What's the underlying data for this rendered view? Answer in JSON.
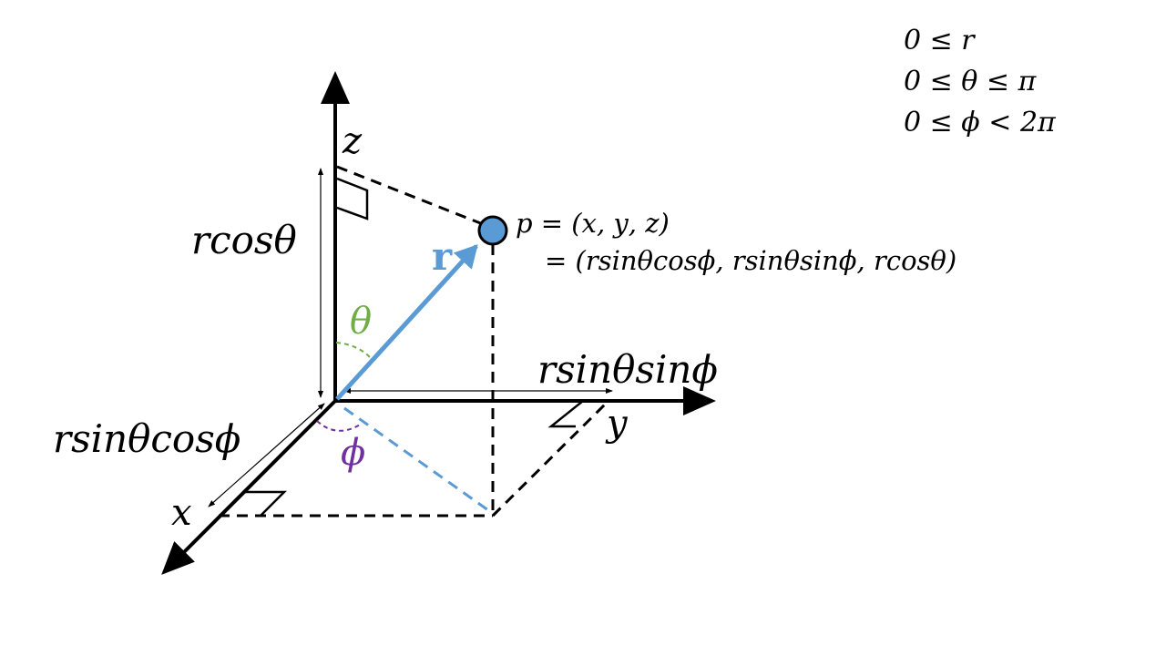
{
  "constraints": {
    "line1": "0 ≤ 𝑟",
    "line2": "0 ≤ 𝜃 ≤ 𝜋",
    "line3": "0 ≤ 𝜙 < 2𝜋"
  },
  "point": {
    "label_line1": "𝑝 = (𝑥, 𝑦, 𝑧)",
    "label_line2": "= (𝑟sin𝜃cos𝜙, 𝑟sin𝜃sin𝜙, 𝑟cos𝜃)"
  },
  "vector_label": "𝐫",
  "axes": {
    "z_label": "𝑧",
    "y_label": "𝑦",
    "x_label": "𝑥"
  },
  "angles": {
    "theta_label": "𝜃",
    "phi_label": "𝜙"
  },
  "dimensions": {
    "z_projection": "𝑟cos𝜃",
    "y_projection": "𝑟sin𝜃sin𝜙",
    "x_projection": "𝑟sin𝜃cos𝜙"
  },
  "colors": {
    "vector": "#5b9bd5",
    "theta": "#70ad47",
    "phi": "#7030a0",
    "axes": "#000000"
  }
}
